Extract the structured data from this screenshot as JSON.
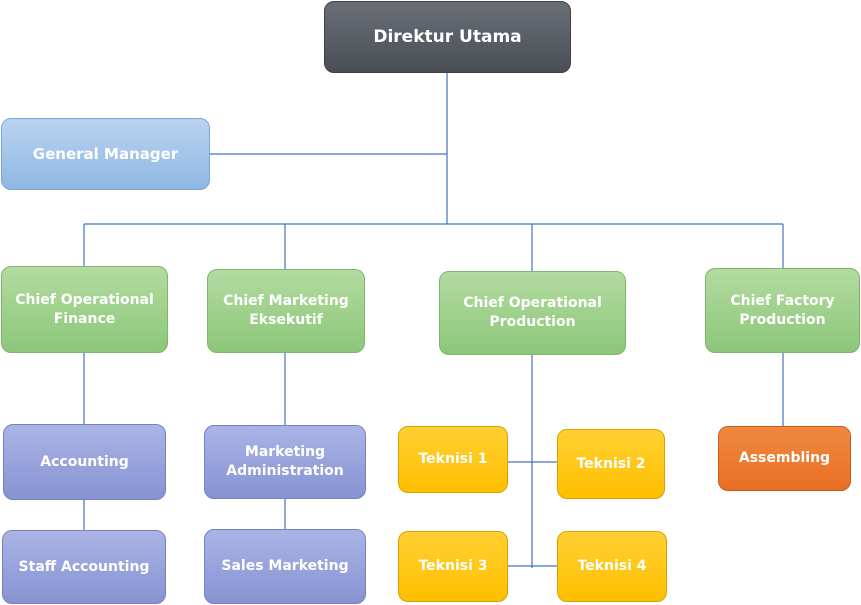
{
  "nodes": {
    "direktur": "Direktur Utama",
    "gm": "General Manager",
    "cof": "Chief Operational Finance",
    "cme": "Chief Marketing Eksekutif",
    "cop": "Chief Operational Production",
    "cfp": "Chief Factory Production",
    "accounting": "Accounting",
    "mkt_admin": "Marketing Administration",
    "staff_acc": "Staff Accounting",
    "sales": "Sales Marketing",
    "t1": "Teknisi 1",
    "t2": "Teknisi 2",
    "t3": "Teknisi 3",
    "t4": "Teknisi 4",
    "assembling": "Assembling"
  },
  "colors": {
    "connector": "#4472c4",
    "top": "#54585f",
    "manager": "#9dc0e8",
    "chief": "#98cd86",
    "staff": "#909bd9",
    "technician": "#ffc000",
    "assembling": "#eb7530"
  }
}
